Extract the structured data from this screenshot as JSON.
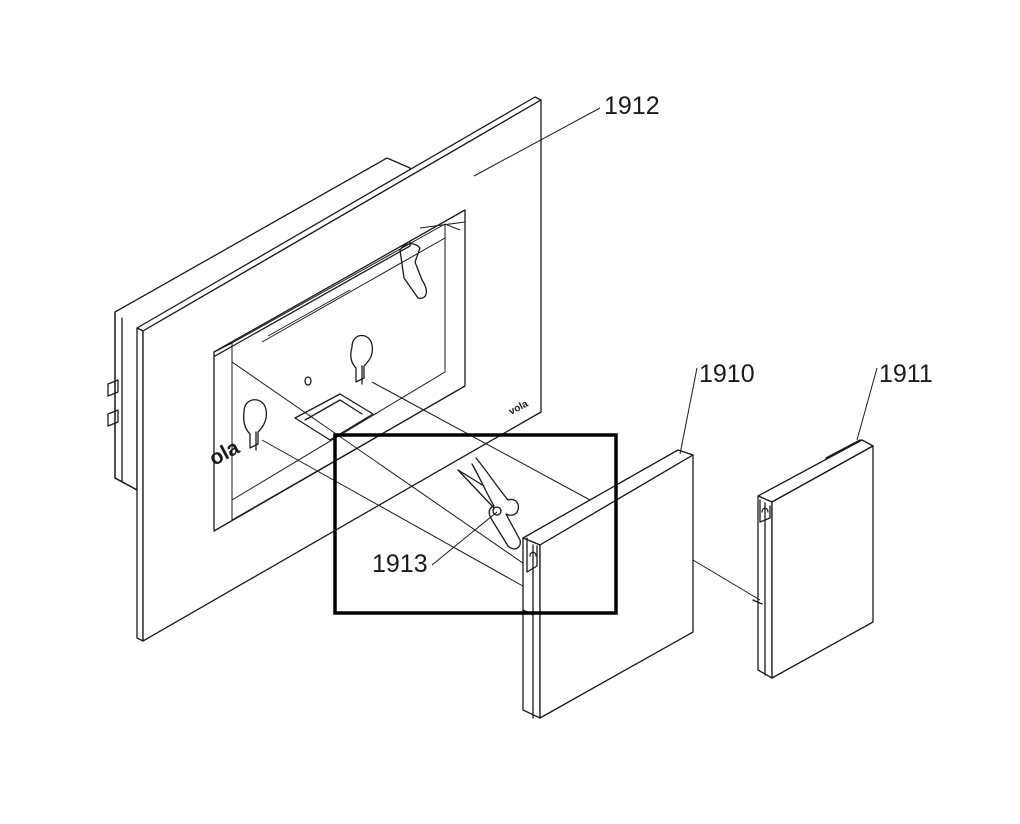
{
  "figure": {
    "callouts": {
      "frame": "1912",
      "cover_front": "1910",
      "cover_back": "1911",
      "lever": "1913"
    },
    "brand_marks": [
      "vola",
      "ola"
    ]
  }
}
